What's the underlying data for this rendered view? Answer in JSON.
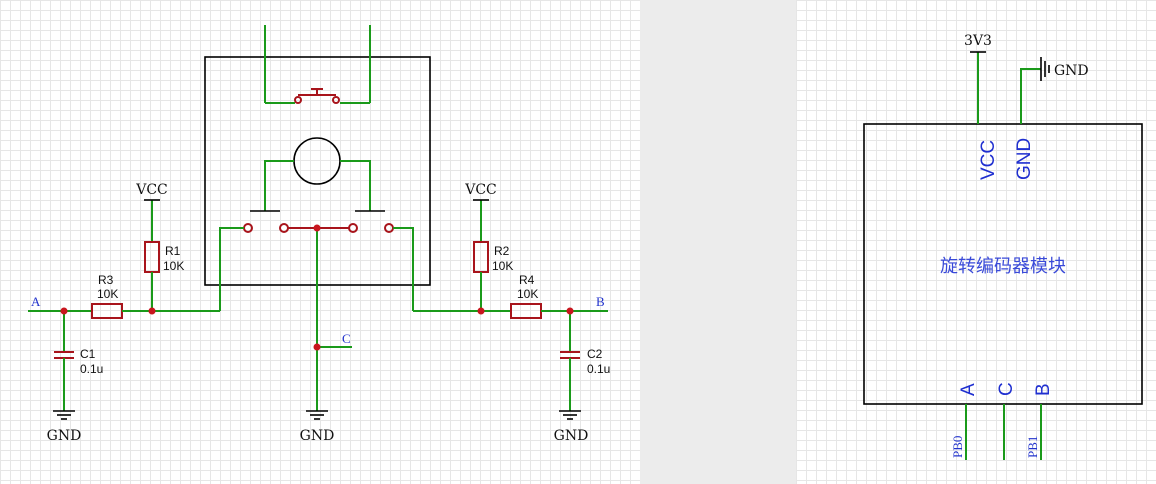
{
  "left_schematic": {
    "nets": {
      "vcc_r1": "VCC",
      "vcc_r2": "VCC",
      "gnd_a": "GND",
      "gnd_c": "GND",
      "gnd_b": "GND",
      "a": "A",
      "b": "B",
      "c": "C"
    },
    "components": {
      "r1": {
        "ref": "R1",
        "value": "10K"
      },
      "r2": {
        "ref": "R2",
        "value": "10K"
      },
      "r3": {
        "ref": "R3",
        "value": "10K"
      },
      "r4": {
        "ref": "R4",
        "value": "10K"
      },
      "c1": {
        "ref": "C1",
        "value": "0.1u"
      },
      "c2": {
        "ref": "C2",
        "value": "0.1u"
      }
    }
  },
  "right_module": {
    "power": "3V3",
    "ground": "GND",
    "title": "旋转编码器模块",
    "pins_top": [
      "VCC",
      "GND"
    ],
    "pins_bottom": [
      "A",
      "C",
      "B"
    ],
    "net_labels": {
      "a": "PB0",
      "b": "PB1"
    }
  },
  "colors": {
    "wire": "#1a9a1a",
    "component": "#a8141b",
    "junction": "#c8161e",
    "net_label": "#2233cc"
  }
}
